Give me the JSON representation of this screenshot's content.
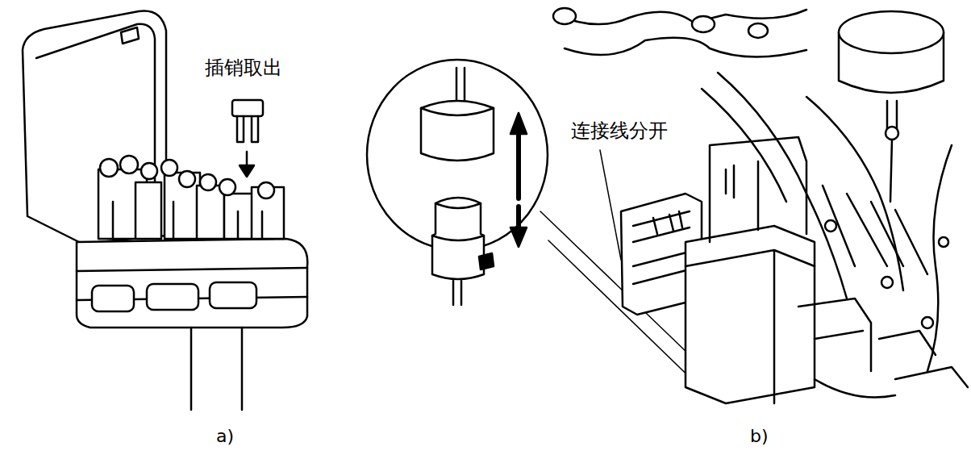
{
  "diagram": {
    "labels": [
      "插销取出",
      "连接线分开",
      "a)",
      "b)"
    ]
  }
}
